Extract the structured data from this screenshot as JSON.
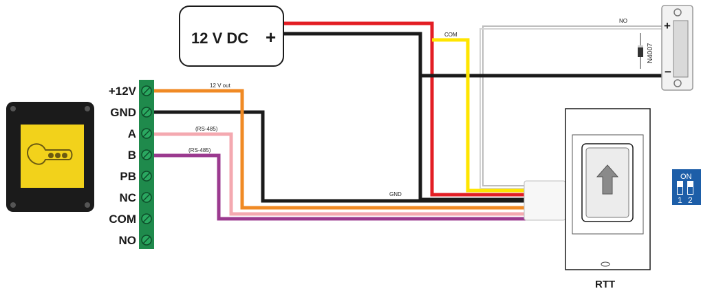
{
  "power_supply": {
    "label": "12 V DC",
    "plus_symbol": "+"
  },
  "terminal_block": {
    "pins": [
      "+12V",
      "GND",
      "A",
      "B",
      "PB",
      "NC",
      "COM",
      "NO"
    ]
  },
  "wire_labels": {
    "v12_out": "12 V out",
    "rs485_a": "(RS-485)",
    "rs485_b": "(RS-485)",
    "gnd": "GND",
    "com": "COM",
    "no": "NO"
  },
  "lock": {
    "plus": "+",
    "minus": "−",
    "diode": "N4007"
  },
  "module": {
    "label": "RTT"
  },
  "dip_switch": {
    "on_label": "ON",
    "switch_1": "1",
    "switch_2": "2"
  },
  "colors": {
    "red": "#e31e24",
    "black": "#1a1a1a",
    "yellow": "#ffe500",
    "orange": "#f08a24",
    "pink": "#f4a9b0",
    "purple": "#9b3a8f",
    "gray_wire": "#c8c8c8",
    "terminal_green": "#1f8a4c",
    "reader_yellow": "#f2d21b",
    "dip_blue": "#1d5ea8"
  }
}
